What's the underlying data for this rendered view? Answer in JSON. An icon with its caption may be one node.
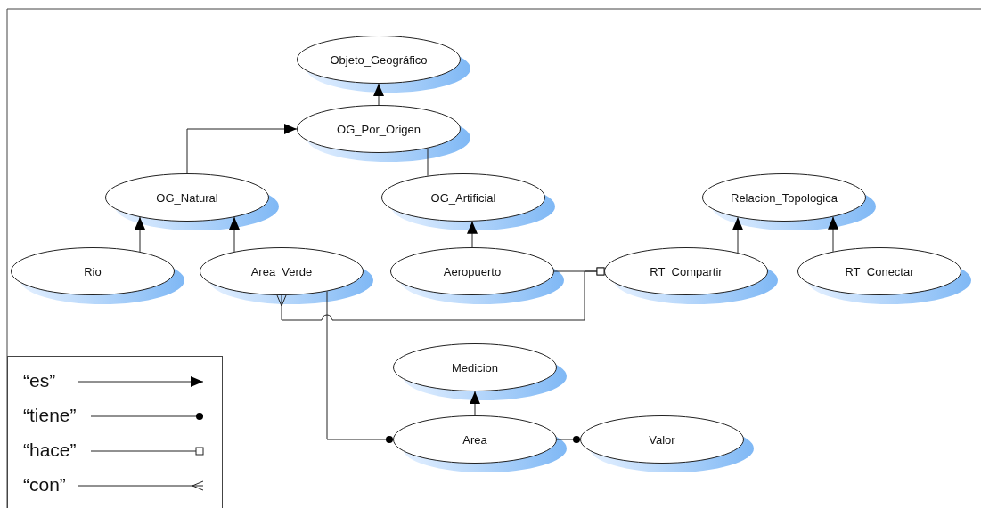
{
  "diagram": {
    "nodes": [
      {
        "text": [
          "Objeto_Geográfico"
        ]
      },
      {
        "text": [
          "OG_Por_Origen"
        ]
      },
      {
        "text": [
          "OG_Natural"
        ]
      },
      {
        "text": [
          "OG_Artificial"
        ]
      },
      {
        "text": [
          "Relacion_Topologica"
        ]
      },
      {
        "text": [
          "Rio"
        ]
      },
      {
        "text": [
          "Area_Verde"
        ]
      },
      {
        "text": [
          "Aeropuerto"
        ]
      },
      {
        "text": [
          "RT_Compartir"
        ]
      },
      {
        "text": [
          "RT_Conectar"
        ]
      },
      {
        "text": [
          "Medicion"
        ]
      },
      {
        "text": [
          "Area"
        ]
      },
      {
        "text": [
          "Valor"
        ]
      }
    ],
    "edges": [
      {
        "from": 1,
        "to": 0,
        "arrow": "to"
      },
      {
        "from": 2,
        "to": 1,
        "arrow": "to"
      },
      {
        "from": 3,
        "to": 1,
        "arrow": "none"
      },
      {
        "from": 5,
        "to": 2,
        "arrow": "to"
      },
      {
        "from": 6,
        "to": 2,
        "arrow": "to"
      },
      {
        "from": 7,
        "to": 3,
        "arrow": "to"
      },
      {
        "from": 8,
        "to": 4,
        "arrow": "to"
      },
      {
        "from": 9,
        "to": 4,
        "arrow": "to"
      },
      {
        "from": 7,
        "to": 8,
        "arrow": "other"
      },
      {
        "from": 6,
        "to": 8,
        "arrow": "other"
      },
      {
        "from": 6,
        "to": 11,
        "arrow": "other"
      },
      {
        "from": 11,
        "to": 10,
        "arrow": "to"
      },
      {
        "from": 11,
        "to": 12,
        "arrow": "other"
      }
    ],
    "legend": [
      {
        "text": "“es”"
      },
      {
        "text": "“tiene”"
      },
      {
        "text": "“hace”"
      },
      {
        "text": "“con”"
      }
    ]
  }
}
